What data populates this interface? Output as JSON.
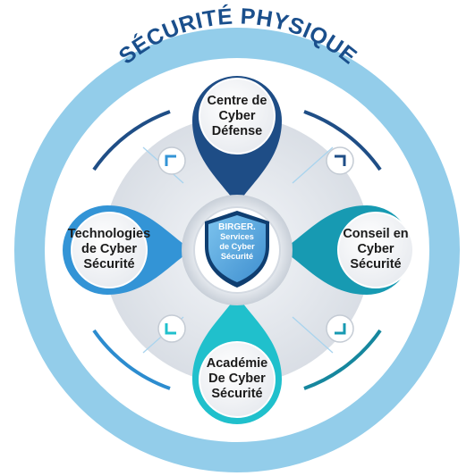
{
  "outer_ring": {
    "title": "SÉCURITÉ PHYSIQUE",
    "color": "#93cdea"
  },
  "center": {
    "brand": "BIRGER.",
    "line1": "Services",
    "line2": "de Cyber",
    "line3": "Sécurité",
    "shield_color": "#5aaee0"
  },
  "nodes": {
    "top": {
      "line1": "Centre de",
      "line2": "Cyber",
      "line3": "Défense",
      "color": "#1e4d86"
    },
    "right": {
      "line1": "Conseil en",
      "line2": "Cyber",
      "line3": "Sécurité",
      "color": "#179ab2"
    },
    "bottom": {
      "line1": "Académie",
      "line2": "De Cyber",
      "line3": "Sécurité",
      "color": "#20c0cc"
    },
    "left": {
      "line1": "Technologies",
      "line2": "de Cyber",
      "line3": "Sécurité",
      "color": "#3394d6"
    }
  },
  "connectors": {
    "top_left": {
      "icon": "chevron-corner-icon"
    },
    "top_right": {
      "icon": "chevron-corner-icon"
    },
    "bottom_left": {
      "icon": "chevron-corner-icon"
    },
    "bottom_right": {
      "icon": "chevron-corner-icon"
    }
  }
}
